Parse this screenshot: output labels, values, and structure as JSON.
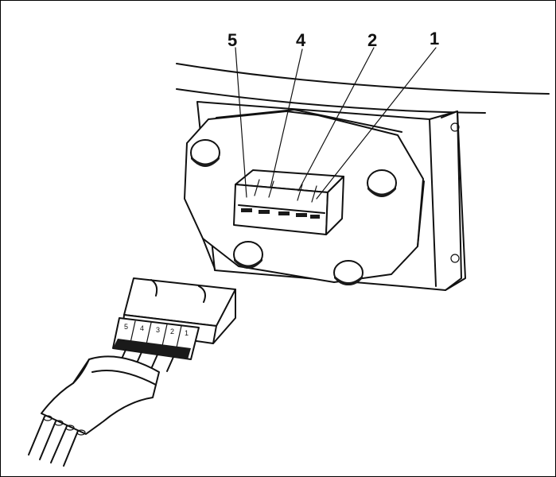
{
  "callouts": [
    {
      "label": "5"
    },
    {
      "label": "4"
    },
    {
      "label": "2"
    },
    {
      "label": "1"
    }
  ],
  "plug": {
    "pin_labels": [
      "5",
      "4",
      "3",
      "2",
      "1"
    ]
  }
}
